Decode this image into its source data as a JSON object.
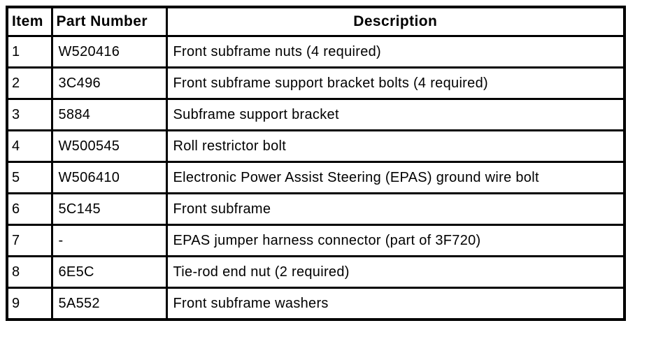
{
  "colors": {
    "background": "#ffffff",
    "border": "#000000",
    "text": "#000000"
  },
  "table": {
    "columns": {
      "item": "Item",
      "part": "Part Number",
      "desc": "Description"
    },
    "rows": [
      {
        "item": "1",
        "part": "W520416",
        "desc": "Front subframe nuts (4 required)"
      },
      {
        "item": "2",
        "part": "3C496",
        "desc": "Front subframe support bracket bolts (4 required)"
      },
      {
        "item": "3",
        "part": "5884",
        "desc": "Subframe support bracket"
      },
      {
        "item": "4",
        "part": "W500545",
        "desc": "Roll restrictor bolt"
      },
      {
        "item": "5",
        "part": "W506410",
        "desc": "Electronic Power Assist Steering (EPAS) ground wire bolt"
      },
      {
        "item": "6",
        "part": "5C145",
        "desc": "Front subframe"
      },
      {
        "item": "7",
        "part": "-",
        "desc": "EPAS jumper harness connector (part of 3F720)"
      },
      {
        "item": "8",
        "part": "6E5C",
        "desc": "Tie-rod end nut (2 required)"
      },
      {
        "item": "9",
        "part": "5A552",
        "desc": "Front subframe washers"
      }
    ]
  }
}
